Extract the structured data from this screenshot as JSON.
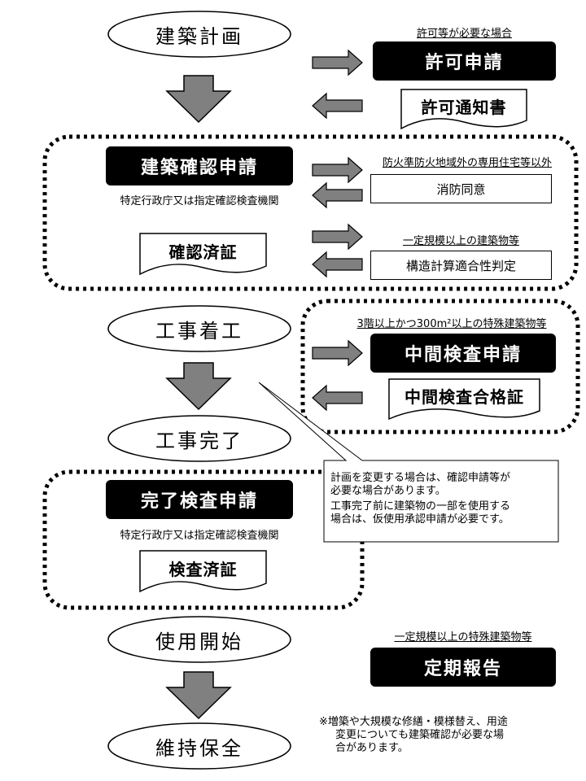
{
  "stages": {
    "planning": "建築計画",
    "construction_start": "工事着工",
    "construction_complete": "工事完了",
    "use_start": "使用開始",
    "maintenance": "維持保全"
  },
  "permit": {
    "condition": "許可等が必要な場合",
    "application": "許可申請",
    "notice": "許可通知書"
  },
  "confirmation": {
    "application": "建築確認申請",
    "authority": "特定行政庁又は指定確認検査機関",
    "certificate": "確認済証",
    "fire_condition": "防火準防火地域外の専用住宅等以外",
    "fire_consent": "消防同意",
    "structure_condition": "一定規模以上の建築物等",
    "structure_check": "構造計算適合性判定"
  },
  "interim": {
    "condition": "3階以上かつ300m²以上の特殊建築物等",
    "application": "中間検査申請",
    "certificate": "中間検査合格証"
  },
  "callout": {
    "line1": "計画を変更する場合は、確認申請等が",
    "line2": "必要な場合があります。",
    "line3": "工事完了前に建築物の一部を使用する",
    "line4": "場合は、仮使用承認申請が必要です。"
  },
  "completion": {
    "application": "完了検査申請",
    "authority": "特定行政庁又は指定確認検査機関",
    "certificate": "検査済証"
  },
  "periodic": {
    "condition": "一定規模以上の特殊建築物等",
    "report": "定期報告"
  },
  "note": {
    "line1": "※増築や大規模な修繕・模様替え、用途",
    "line2": "変更についても建築確認が必要な場",
    "line3": "合があります。"
  },
  "colors": {
    "black_box": "#000000",
    "arrow_fill": "#808080",
    "border": "#000000"
  }
}
